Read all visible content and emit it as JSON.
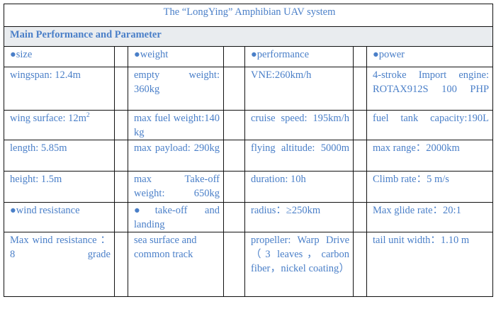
{
  "title": "The “LongYing” Amphibian UAV system",
  "section_heading": "Main Performance and Parameter",
  "rows": [
    [
      "●size",
      "●weight",
      "●performance",
      "●power"
    ],
    [
      "wingspan: 12.4m",
      "empty weight: 360kg",
      "VNE:260km/h",
      "4-stroke Import engine: ROTAX912S 100 PHP"
    ],
    [
      "wing surface: 12m",
      "max fuel weight:140 kg",
      "cruise speed: 195km/h",
      "fuel tank capacity:190L"
    ],
    [
      "length: 5.85m",
      "max payload: 290kg",
      "flying altitude: 5000m",
      "max range：2000km"
    ],
    [
      "height: 1.5m",
      "max Take-off weight: 650kg",
      "duration: 10h",
      "Climb rate：5 m/s"
    ],
    [
      "●wind resistance",
      "●take-off and landing",
      "radius：≥250km",
      "Max glide rate：20:1"
    ],
    [
      "Max wind resistance ： 8 grade",
      "sea surface and common track",
      "propeller: Warp Drive （3 leaves，carbon fiber，nickel coating）",
      "tail unit width：1.10 m"
    ]
  ],
  "wing_surface_superscript": "2"
}
